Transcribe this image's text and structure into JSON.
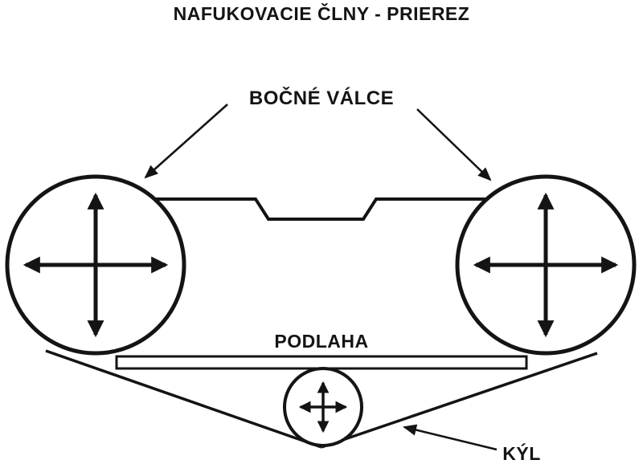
{
  "title": "NAFUKOVACIE ČLNY - PRIEREZ",
  "labels": {
    "side_cylinders": "BOČNÉ VÁLCE",
    "floor": "PODLAHA",
    "keel": "KÝL"
  },
  "colors": {
    "ink": "#141414",
    "background": "#ffffff"
  }
}
